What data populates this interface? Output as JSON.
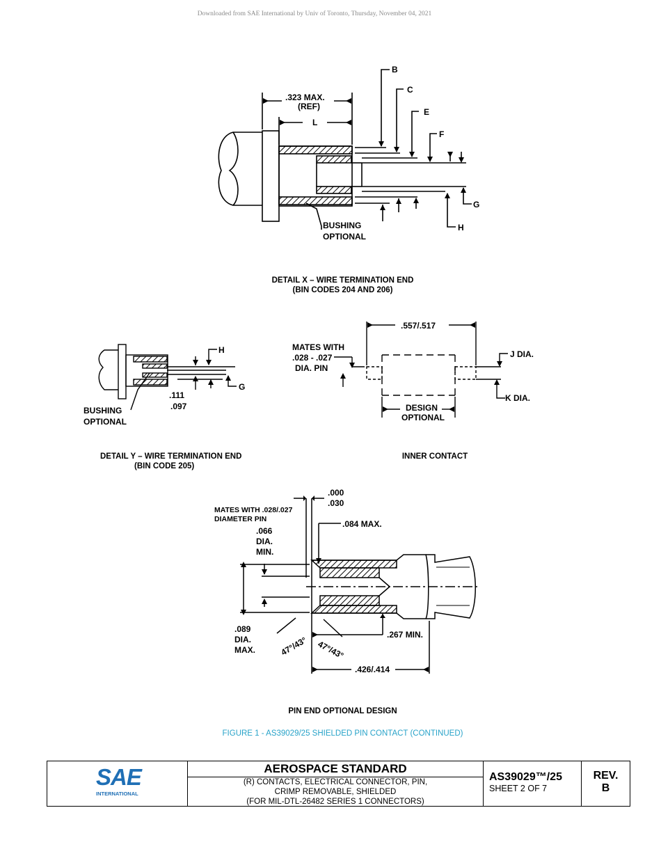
{
  "header": {
    "download_note": "Downloaded from SAE International by Univ of Toronto, Thursday, November 04, 2021"
  },
  "detail_x": {
    "caption_line1": "DETAIL X – WIRE TERMINATION END",
    "caption_line2": "(BIN CODES 204 AND 206)",
    "labels": {
      "max_ref_1": ".323 MAX.",
      "max_ref_2": "(REF)",
      "l": "L",
      "b": "B",
      "c": "C",
      "e": "E",
      "f": "F",
      "g": "G",
      "h": "H",
      "bushing_1": "BUSHING",
      "bushing_2": "OPTIONAL"
    }
  },
  "detail_y": {
    "caption_line1": "DETAIL Y – WIRE TERMINATION END",
    "caption_line2": "(BIN CODE 205)",
    "labels": {
      "h": "H",
      "g": "G",
      "dim_1": ".111",
      "dim_2": ".097",
      "bushing_1": "BUSHING",
      "bushing_2": "OPTIONAL"
    }
  },
  "inner_contact": {
    "caption": "INNER CONTACT",
    "labels": {
      "length": ".557/.517",
      "mates_1": "MATES WITH",
      "mates_2": ".028 - .027",
      "mates_3": "DIA. PIN",
      "j_dia": "J DIA.",
      "k_dia": "K DIA.",
      "design_1": "DESIGN",
      "design_2": "OPTIONAL"
    }
  },
  "pin_end": {
    "caption": "PIN END OPTIONAL DESIGN",
    "labels": {
      "d000": ".000",
      "d030": ".030",
      "mates_1": "MATES WITH .028/.027",
      "mates_2": "DIAMETER PIN",
      "dia066_1": ".066",
      "dia066_2": "DIA.",
      "dia066_3": "MIN.",
      "max084": ".084 MAX.",
      "dia089_1": ".089",
      "dia089_2": "DIA.",
      "dia089_3": "MAX.",
      "angle1": "47°/43°",
      "angle2": "47°/43°",
      "min267": ".267 MIN.",
      "len426": ".426/.414"
    }
  },
  "figure_title": "FIGURE 1 - AS39029/25 SHIELDED PIN CONTACT (CONTINUED)",
  "title_block": {
    "logo_text": "SAE",
    "logo_sub": "INTERNATIONAL",
    "standard_type": "AEROSPACE STANDARD",
    "desc_line1": "(R) CONTACTS, ELECTRICAL CONNECTOR, PIN,",
    "desc_line2": "CRIMP REMOVABLE, SHIELDED",
    "desc_line3": "(FOR MIL-DTL-26482 SERIES 1 CONNECTORS)",
    "doc_number": "AS39029™/25",
    "sheet": "SHEET 2 OF 7",
    "rev_label": "REV.",
    "rev_value": "B"
  },
  "colors": {
    "figure_title": "#29a3c9",
    "logo_blue": "#1f6fb5"
  }
}
